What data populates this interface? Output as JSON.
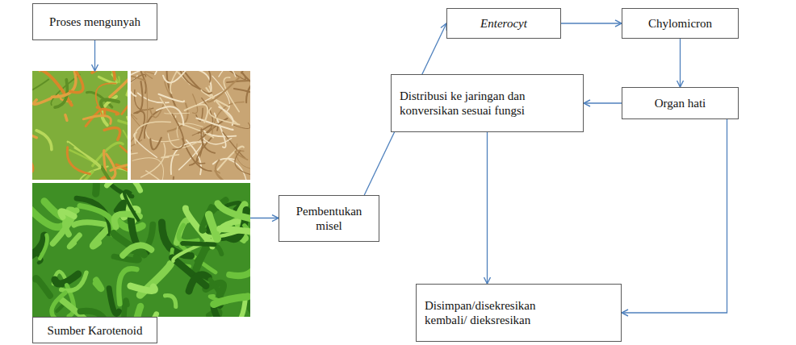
{
  "diagram": {
    "nodes": [
      {
        "text": [
          "Proses mengunyah"
        ]
      },
      {
        "text": [
          "Sumber Karotenoid"
        ]
      },
      {
        "text": [
          "Pembentukan misel"
        ]
      },
      {
        "text": [
          "Enterocyt"
        ]
      },
      {
        "text": [
          "Chylomicron"
        ]
      },
      {
        "text": [
          "Organ hati"
        ]
      },
      {
        "text": [
          "Distribusi ke jaringan dan konversikan sesuai fungsi"
        ]
      },
      {
        "text": [
          "Disimpan/disekresikan kembali/ dieksresikan"
        ]
      }
    ],
    "edges": [
      {
        "from": 0,
        "to": 1,
        "arrow": "to"
      },
      {
        "from": 1,
        "to": 2,
        "arrow": "to"
      },
      {
        "from": 2,
        "to": 3,
        "arrow": "to"
      },
      {
        "from": 3,
        "to": 4,
        "arrow": "to"
      },
      {
        "from": 4,
        "to": 5,
        "arrow": "to"
      },
      {
        "from": 5,
        "to": 6,
        "arrow": "to"
      },
      {
        "from": 6,
        "to": 7,
        "arrow": "to"
      },
      {
        "from": 5,
        "to": 7,
        "arrow": "to"
      }
    ]
  }
}
